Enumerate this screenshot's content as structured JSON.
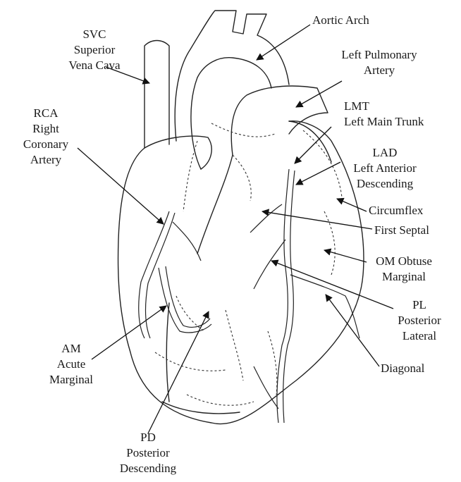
{
  "labels": {
    "svc": [
      "SVC",
      "Superior",
      "Vena Cava"
    ],
    "aortic_arch": [
      "Aortic Arch"
    ],
    "left_pulmonary": [
      "Left Pulmonary",
      "Artery"
    ],
    "rca": [
      "RCA",
      "Right",
      "Coronary",
      "Artery"
    ],
    "lmt": [
      "LMT",
      "Left Main Trunk"
    ],
    "lad": [
      "LAD",
      "Left Anterior",
      "Descending"
    ],
    "circumflex": [
      "Circumflex"
    ],
    "first_septal": [
      "First Septal"
    ],
    "om": [
      "OM Obtuse",
      "Marginal"
    ],
    "pl": [
      "PL",
      "Posterior",
      "Lateral"
    ],
    "diagonal": [
      "Diagonal"
    ],
    "am": [
      "AM",
      "Acute",
      "Marginal"
    ],
    "pd": [
      "PD",
      "Posterior",
      "Descending"
    ]
  }
}
